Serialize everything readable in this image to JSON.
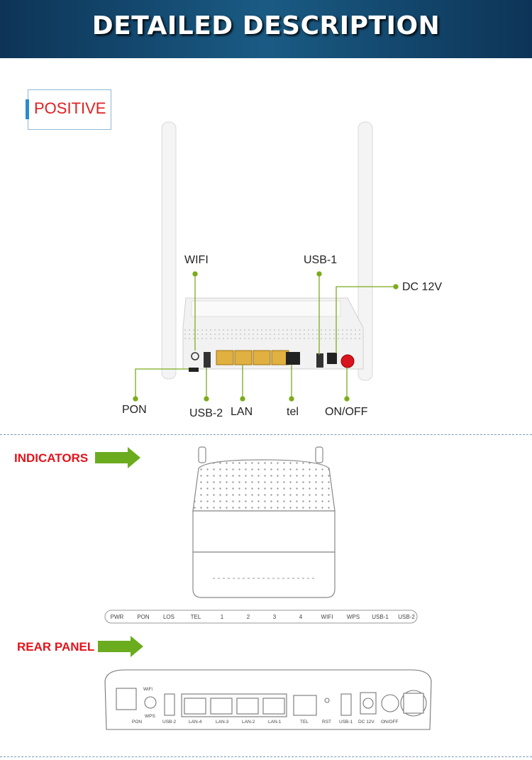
{
  "header": {
    "title": "DETAILED DESCRIPTION"
  },
  "positive": {
    "label": "POSITIVE"
  },
  "photo_labels": {
    "wifi": "WIFI",
    "usb1": "USB-1",
    "dc12v": "DC 12V",
    "pon": "PON",
    "usb2": "USB-2",
    "lan": "LAN",
    "tel": "tel",
    "onoff": "ON/OFF"
  },
  "sections": {
    "indicators": "INDICATORS",
    "rear_panel": "REAR PANEL"
  },
  "indicator_leds": [
    "PWR",
    "PON",
    "LOS",
    "TEL",
    "1",
    "2",
    "3",
    "4",
    "WIFI",
    "WPS",
    "USB-1",
    "USB-2"
  ],
  "rear_ports": {
    "wifi": "WiFi",
    "wps": "WPS",
    "pon": "PON",
    "usb2": "USB-2",
    "lan4": "LAN-4",
    "lan3": "LAN-3",
    "lan2": "LAN-2",
    "lan1": "LAN-1",
    "tel": "TEL",
    "rst": "RST",
    "usb1": "USB-1",
    "dc12v": "DC 12V",
    "onoff": "ON/OFF"
  },
  "colors": {
    "banner": "#0d3457",
    "accent_red": "#e3141b",
    "arrow_green": "#6aac1e",
    "callout_green": "#7cab1c"
  }
}
